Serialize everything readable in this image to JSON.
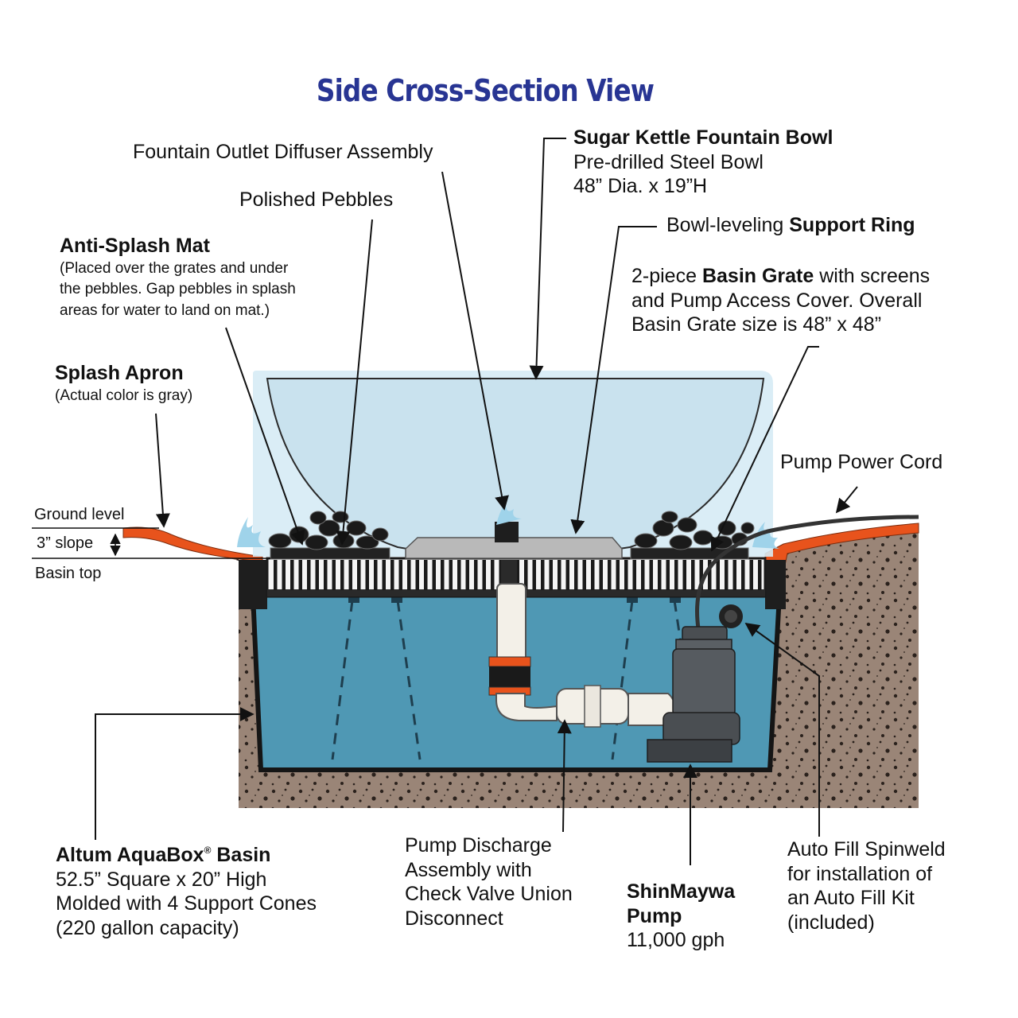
{
  "title": "Side Cross-Section View",
  "labels": {
    "outlet_diffuser": "Fountain Outlet Diffuser Assembly",
    "polished_pebbles": "Polished Pebbles",
    "bowl": {
      "name": "Sugar Kettle Fountain Bowl",
      "line2": "Pre-drilled Steel Bowl",
      "line3": "48” Dia. x 19”H"
    },
    "support_ring": {
      "prefix": "Bowl-leveling ",
      "name": "Support Ring"
    },
    "basin_grate": {
      "prefix": "2-piece ",
      "name": "Basin Grate",
      "suffix": " with screens",
      "line2": "and Pump Access Cover. Overall",
      "line3": "Basin Grate size is 48” x 48”"
    },
    "anti_splash_mat": {
      "name": "Anti-Splash Mat",
      "line2": "(Placed over the grates and under",
      "line3": "the pebbles. Gap pebbles in splash",
      "line4": "areas for water to land on mat.)"
    },
    "splash_apron": {
      "name": "Splash Apron",
      "note": "(Actual color is gray)"
    },
    "pump_power_cord": "Pump Power Cord",
    "ground_level": "Ground level",
    "slope": "3” slope",
    "basin_top": "Basin top",
    "basin": {
      "name": "Altum AquaBox",
      "reg": "®",
      "name_suffix": " Basin",
      "line2": "52.5” Square x 20” High",
      "line3": "Molded with 4 Support Cones",
      "line4": "(220 gallon capacity)"
    },
    "discharge": {
      "line1": "Pump Discharge",
      "line2": "Assembly with",
      "line3": "Check Valve Union",
      "line4": "Disconnect"
    },
    "pump": {
      "line1": "ShinMaywa",
      "line2": "Pump",
      "line3": "11,000 gph"
    },
    "auto_fill": {
      "line1": "Auto Fill Spinweld",
      "line2": "for installation of",
      "line3": "an Auto Fill Kit",
      "line4": "(included)"
    }
  },
  "colors": {
    "title": "#283593",
    "soil": "#9a8577",
    "water": "#4f98b4",
    "apron": "#e8531c",
    "bowl": "#d6ebf5"
  }
}
